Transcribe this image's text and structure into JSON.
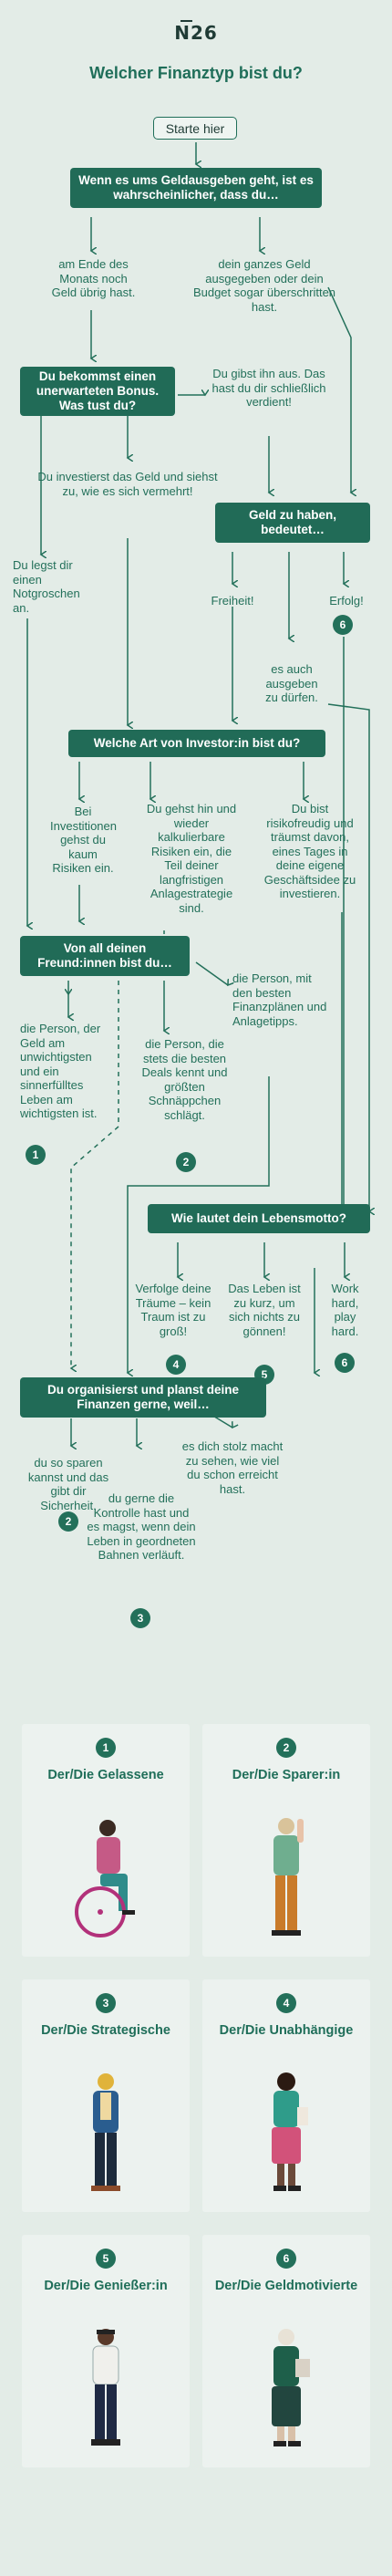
{
  "header": {
    "logo": "N26",
    "title": "Welcher Finanztyp bist du?",
    "start": "Starte hier"
  },
  "flow": {
    "q1": "Wenn es ums Geldausgeben geht, ist es wahrscheinlicher, dass du…",
    "q1_a1": "am Ende des Monats noch Geld übrig hast.",
    "q1_a2": "dein ganzes Geld ausgegeben oder dein Budget sogar überschritten hast.",
    "q2": "Du bekommst einen unerwarteten Bonus. Was tust du?",
    "q2_a_givout": "Du gibst ihn aus. Das hast du dir schließlich verdient!",
    "q2_a_invest": "Du investierst das Geld und siehst zu, wie es sich vermehrt!",
    "q2_a_save": "Du legst dir einen Notgroschen an.",
    "q3": "Geld zu haben, bedeutet…",
    "q3_a_freedom": "Freiheit!",
    "q3_a_success": "Erfolg!",
    "q3_a_spend": "es auch ausgeben zu dürfen.",
    "q4": "Welche Art von Investor:in bist du?",
    "q4_a1": "Bei Investitionen gehst du kaum Risiken ein.",
    "q4_a2": "Du gehst hin und wieder kalkulierbare Risiken ein, die Teil deiner langfristigen Anlagestrategie sind.",
    "q4_a3": "Du bist risikofreudig und träumst davon, eines Tages in deine eigene Geschäftsidee zu investieren.",
    "q5": "Von all deinen Freund:innen bist du…",
    "q5_a1": "die Person, der Geld am unwichtigsten und ein sinnerfülltes Leben am wichtigsten ist.",
    "q5_a2": "die Person, die stets die besten Deals kennt und größten Schnäppchen schlägt.",
    "q5_a3": "die Person, mit den besten Finanzplänen und Anlagetipps.",
    "q6": "Wie lautet dein Lebensmotto?",
    "q6_a1": "Verfolge deine Träume – kein Traum ist zu groß!",
    "q6_a2": "Das Leben ist zu kurz, um sich nichts zu gönnen!",
    "q6_a3": "Work hard, play hard.",
    "q7": "Du organisierst und planst deine Finanzen gerne, weil…",
    "q7_a1": "du so sparen kannst und das gibt dir Sicherheit.",
    "q7_a2": "du gerne die Kontrolle hast und es magst, wenn dein Leben in geordneten Bahnen verläuft.",
    "q7_a3": "es dich stolz macht zu sehen, wie viel du schon erreicht hast."
  },
  "results": [
    {
      "num": "1",
      "title": "Der/Die Gelassene"
    },
    {
      "num": "2",
      "title": "Der/Die Sparer:in"
    },
    {
      "num": "3",
      "title": "Der/Die Strategische"
    },
    {
      "num": "4",
      "title": "Der/Die Unabhängige"
    },
    {
      "num": "5",
      "title": "Der/Die Genießer:in"
    },
    {
      "num": "6",
      "title": "Der/Die Geldmotivierte"
    }
  ],
  "colors": {
    "background": "#e3ece7",
    "accent": "#216b57",
    "text": "#23705a",
    "card": "#ecf2ef"
  }
}
